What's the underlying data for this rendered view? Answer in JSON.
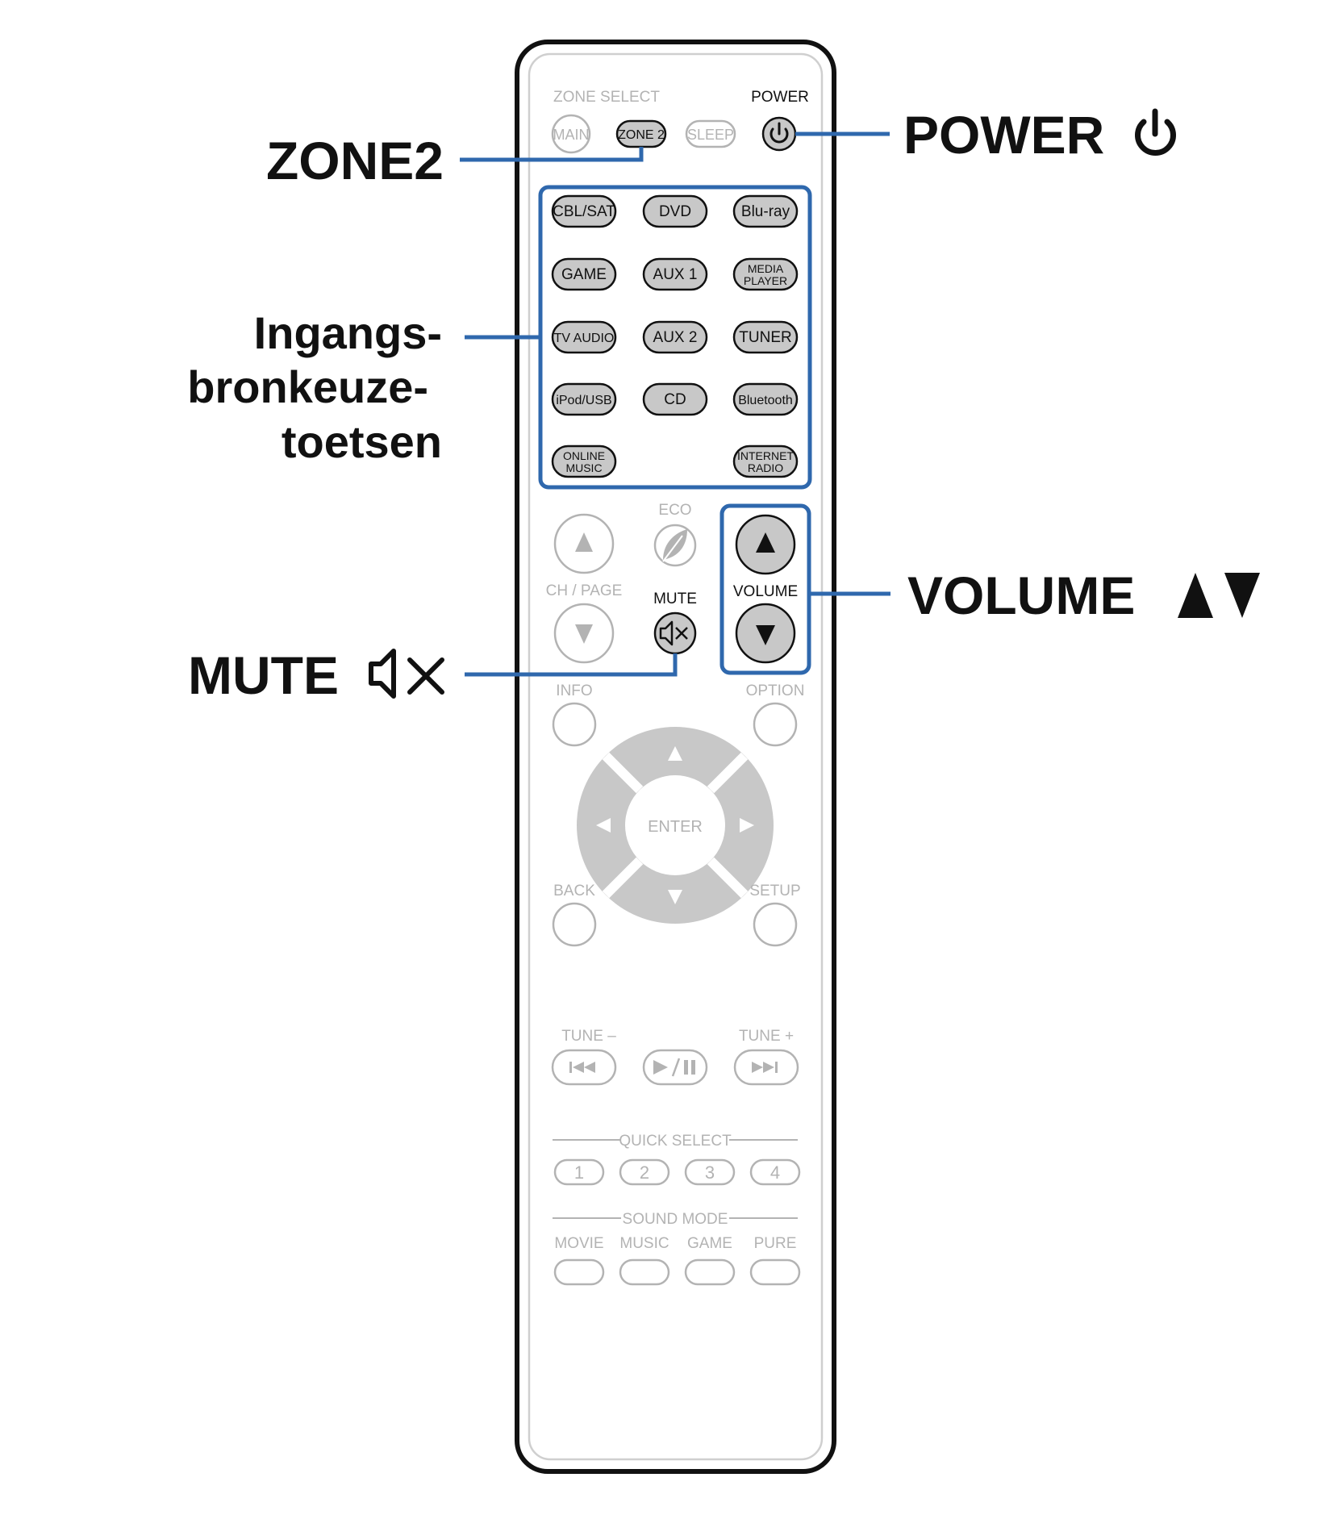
{
  "colors": {
    "accent_blue": "#2f68ad",
    "outline_black": "#111111",
    "button_grey": "#c8c8c8",
    "faded_grey": "#b3b3b3"
  },
  "remote": {
    "zone_select_label": "ZONE SELECT",
    "power_label": "POWER",
    "main_label": "MAIN",
    "zone2_label": "ZONE 2",
    "sleep_label": "SLEEP",
    "source_buttons": [
      [
        "CBL/SAT",
        "DVD",
        "Blu-ray"
      ],
      [
        "GAME",
        "AUX 1",
        "MEDIA PLAYER"
      ],
      [
        "TV AUDIO",
        "AUX 2",
        "TUNER"
      ],
      [
        "iPod/USB",
        "CD",
        "Bluetooth"
      ],
      [
        "ONLINE MUSIC",
        "",
        "INTERNET RADIO"
      ]
    ],
    "eco_label": "ECO",
    "ch_page_label": "CH / PAGE",
    "mute_label": "MUTE",
    "volume_label": "VOLUME",
    "info_label": "INFO",
    "option_label": "OPTION",
    "enter_label": "ENTER",
    "back_label": "BACK",
    "setup_label": "SETUP",
    "tune_minus_label": "TUNE –",
    "tune_plus_label": "TUNE +",
    "quick_select_label": "QUICK SELECT",
    "quick_select_buttons": [
      "1",
      "2",
      "3",
      "4"
    ],
    "sound_mode_label": "SOUND MODE",
    "sound_mode_buttons": [
      "MOVIE",
      "MUSIC",
      "GAME",
      "PURE"
    ]
  },
  "callouts": {
    "zone2": "ZONE2",
    "power": "POWER",
    "input_source_lines": [
      "Ingangs-",
      "bronkeuze-",
      "toetsen"
    ],
    "volume": "VOLUME",
    "mute": "MUTE"
  },
  "icons": {
    "power": "power-icon",
    "mute": "speaker-mute-icon",
    "volume": "up-down-triangles-icon",
    "eco": "leaf-icon"
  }
}
